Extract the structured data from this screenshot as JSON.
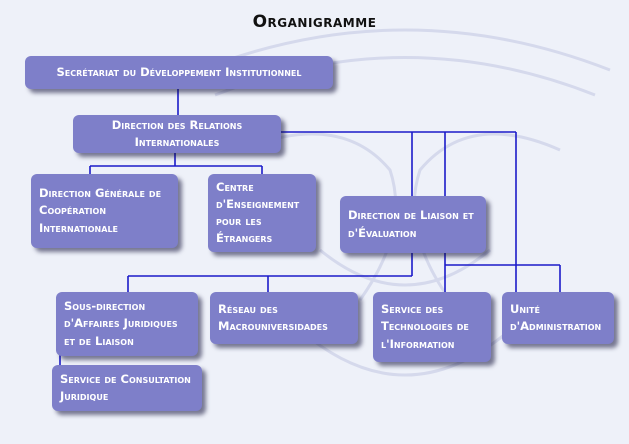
{
  "title": "Organigramme",
  "colors": {
    "box": "#7e7fc9",
    "connector": "#1b1bc9",
    "text": "#ffffff"
  },
  "nodes": {
    "sdi": "Secrétariat du Développement Institutionnel",
    "dri": "Direction des Relations Internationales",
    "dgci": "Direction Générale de Coopération Internationale",
    "cepe": "Centre d'Enseignement pour les Étrangers",
    "dle": "Direction de Liaison et d'Évaluation",
    "sdaj": "Sous-direction d'Affaires Juridiques et de Liaison",
    "scj": "Service de Consultation Juridique",
    "rm": "Réseau des Macrouniversidades",
    "sti": "Service des Technologies de l'Information",
    "ua": "Unité d'Administration"
  }
}
